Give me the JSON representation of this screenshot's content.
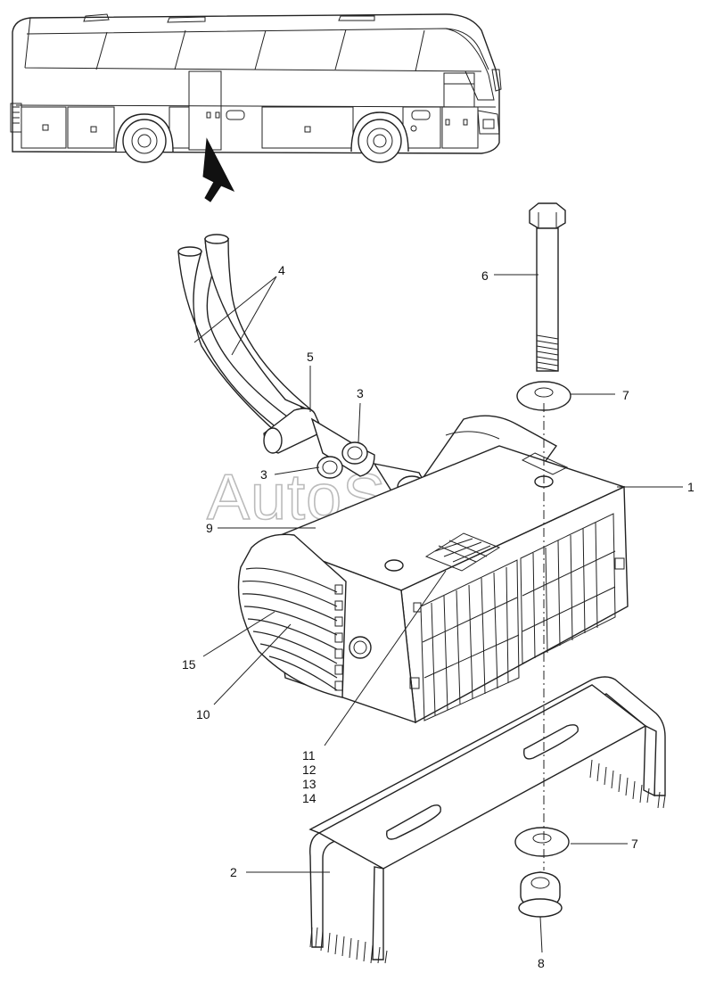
{
  "watermark": "AutoSoft",
  "callouts": {
    "c1": "1",
    "c2": "2",
    "c3a": "3",
    "c3b": "3",
    "c4": "4",
    "c5": "5",
    "c6": "6",
    "c7a": "7",
    "c7b": "7",
    "c8": "8",
    "c9": "9",
    "c10": "10",
    "c11": "11",
    "c12": "12",
    "c13": "13",
    "c14": "14",
    "c15": "15"
  },
  "icons": {
    "location_arrow": "arrow-icon"
  }
}
